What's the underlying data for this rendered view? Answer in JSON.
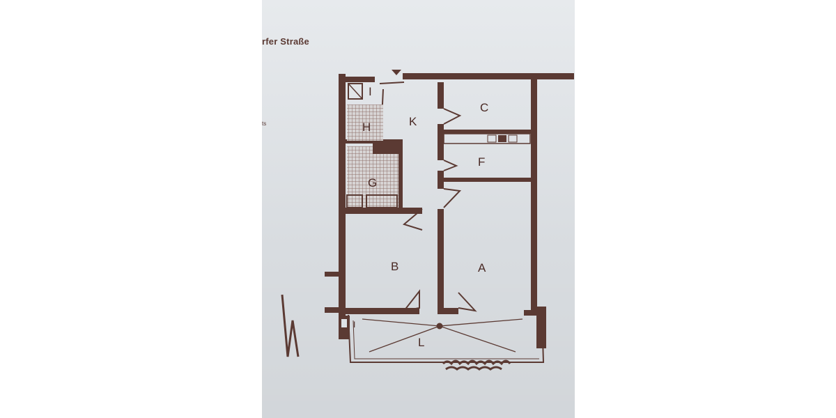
{
  "street_label": "rfer Straße",
  "margin_fragment": "ts",
  "rooms": {
    "A": "A",
    "B": "B",
    "C": "C",
    "F": "F",
    "G": "G",
    "H": "H",
    "I_top": "I",
    "I_bottom": "I",
    "K": "K",
    "L": "L"
  },
  "north_label": "N",
  "colors": {
    "paper": "#dfe3e7",
    "wall": "#5b3a33",
    "tile": "#9a7f79"
  }
}
